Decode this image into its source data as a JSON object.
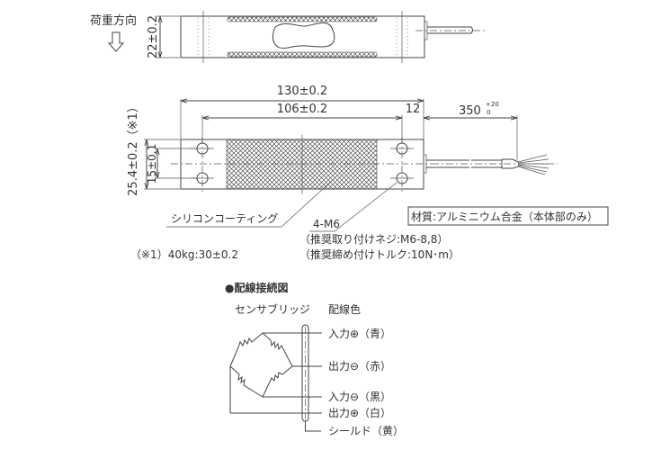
{
  "top_view": {
    "load_direction_label": "荷重方向",
    "height_dim": "22±0.2"
  },
  "plan_view": {
    "length_dim": "130±0.2",
    "hole_pitch_dim": "106±0.2",
    "end_dim": "12",
    "cable_dim": "350",
    "cable_tol_upper": "+20",
    "cable_tol_lower": "0",
    "width_dim": "25.4±0.2（※1）",
    "hole_spacing_dim": "15±0.1",
    "coating_label": "シリコンコーティング",
    "thread_label": "4-M6",
    "screw_note": "（推奨取り付けネジ:M6-8,8）",
    "torque_note": "（推奨締め付けトルク:10N･m）",
    "material_note": "材質:アルミニウム合金（本体部のみ）",
    "footnote": "（※1）40kg:30±0.2"
  },
  "wiring": {
    "title": "●配線接続図",
    "bridge_label": "センサブリッジ",
    "color_header": "配線色",
    "wires": [
      {
        "label": "入力⊕（青）"
      },
      {
        "label": "出力⊖（赤）"
      },
      {
        "label": "入力⊖（黒）"
      },
      {
        "label": "出力⊕（白）"
      },
      {
        "label": "シールド（黄）"
      }
    ]
  }
}
